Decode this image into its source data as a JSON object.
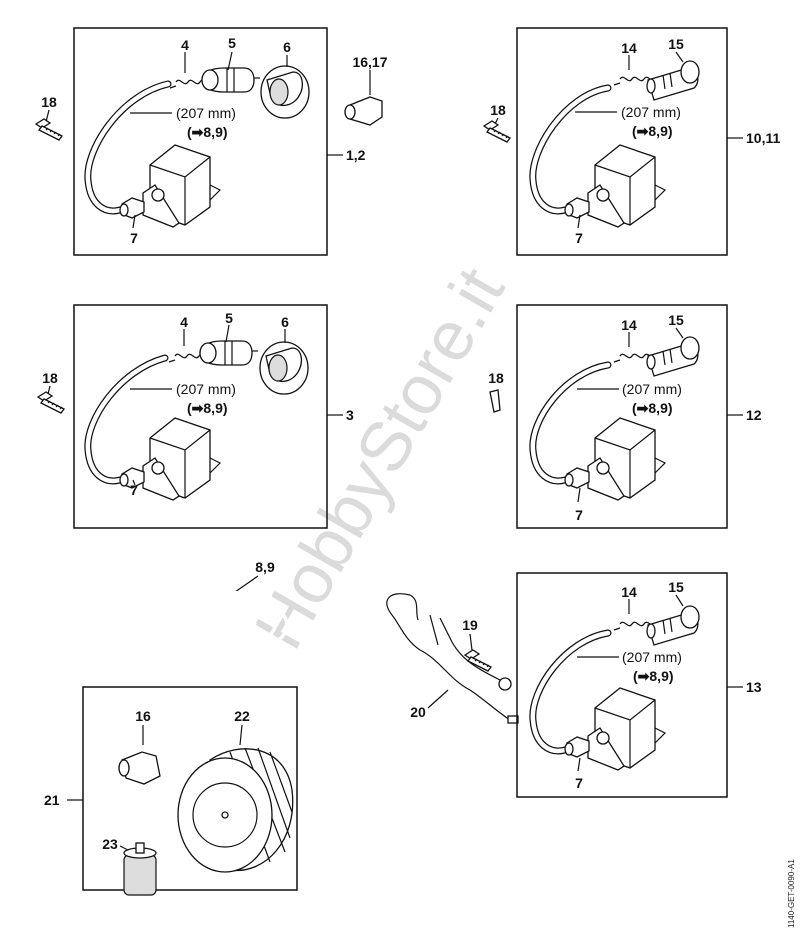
{
  "watermark": "HobbyStore.it",
  "drawing_code": "1140-GET-0090-A1",
  "groups": {
    "a": {
      "ref": "1,2",
      "hose_length": "(207 mm)",
      "hose_ref": "(➡8,9)",
      "parts": [
        "4",
        "5",
        "6",
        "7"
      ]
    },
    "b": {
      "ref": "10,11",
      "hose_length": "(207 mm)",
      "hose_ref": "(➡8,9)",
      "parts": [
        "14",
        "15",
        "7"
      ]
    },
    "c": {
      "ref": "3",
      "hose_length": "(207 mm)",
      "hose_ref": "(➡8,9)",
      "parts": [
        "4",
        "5",
        "6",
        "7"
      ]
    },
    "d": {
      "ref": "12",
      "hose_length": "(207 mm)",
      "hose_ref": "(➡8,9)",
      "parts": [
        "14",
        "15",
        "7"
      ]
    },
    "e": {
      "ref": "13",
      "hose_length": "(207 mm)",
      "hose_ref": "(➡8,9)",
      "parts": [
        "14",
        "15",
        "7"
      ]
    },
    "f": {
      "ref": "21",
      "parts": [
        "16",
        "22",
        "23"
      ]
    }
  },
  "loose": {
    "p16_17": "16,17",
    "p18": "18",
    "p8_9": "8,9",
    "p19": "19",
    "p20": "20"
  }
}
